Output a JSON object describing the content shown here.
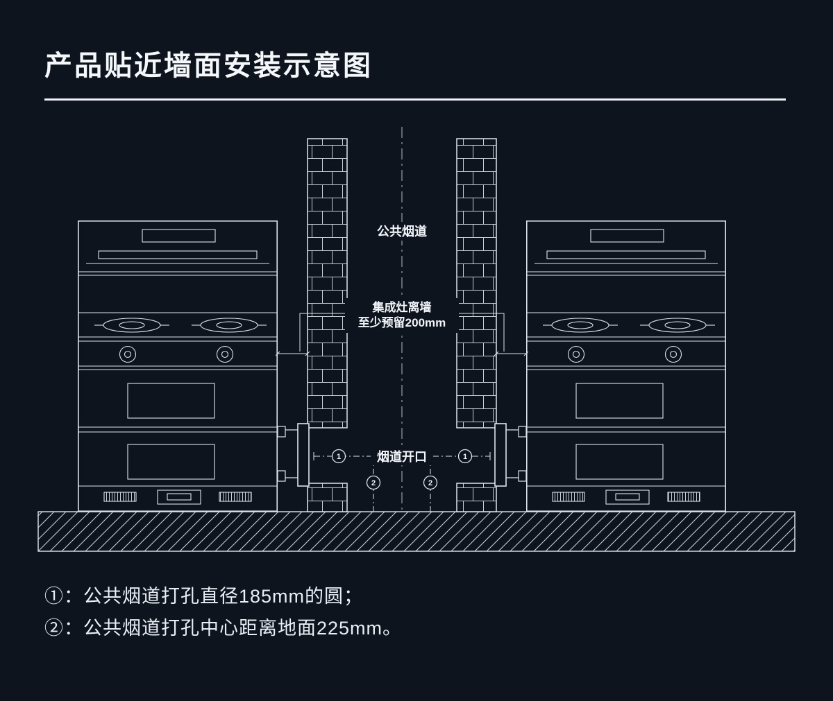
{
  "header": {
    "title": "产品贴近墙面安装示意图"
  },
  "diagram": {
    "flue_label": "公共烟道",
    "wall_gap_label_line1": "集成灶离墙",
    "wall_gap_label_line2": "至少预留200mm",
    "opening_label": "烟道开口",
    "marker_1": "1",
    "marker_2": "2"
  },
  "notes": {
    "note_1": "①：公共烟道打孔直径185mm的圆；",
    "note_2": "②：公共烟道打孔中心距离地面225mm。"
  },
  "colors": {
    "background": "#0e141d",
    "line": "#dde4ec",
    "text": "#f2f6fa"
  }
}
